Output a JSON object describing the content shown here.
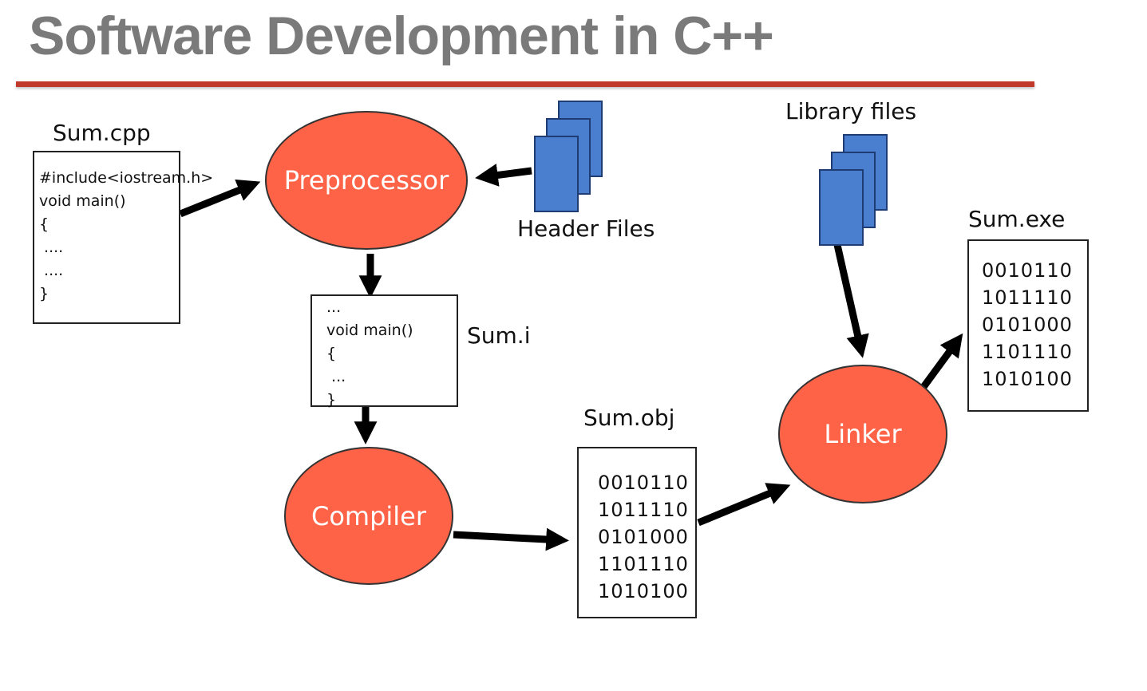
{
  "title": "Software Development in C++",
  "colors": {
    "title": "#7a7a7a",
    "rule": "#c0392b",
    "process": "#ff6347",
    "file_stack": "#4a7fcf"
  },
  "source": {
    "label": "Sum.cpp",
    "lines": [
      "#include<iostream.h>",
      "void main()",
      "{",
      " ....",
      " ....",
      "}"
    ]
  },
  "preprocessor": {
    "label": "Preprocessor"
  },
  "header_files": {
    "label": "Header Files",
    "icon": "document-stack-icon"
  },
  "intermediate": {
    "label": "Sum.i",
    "lines": [
      "...",
      "void main()",
      "{",
      " ...",
      "}"
    ]
  },
  "compiler": {
    "label": "Compiler"
  },
  "object": {
    "label": "Sum.obj",
    "lines": [
      "0010110",
      "1011110",
      "0101000",
      "1101110",
      "1010100"
    ]
  },
  "library_files": {
    "label": "Library files",
    "icon": "document-stack-icon"
  },
  "linker": {
    "label": "Linker"
  },
  "executable": {
    "label": "Sum.exe",
    "lines": [
      "0010110",
      "1011110",
      "0101000",
      "1101110",
      "1010100"
    ]
  }
}
